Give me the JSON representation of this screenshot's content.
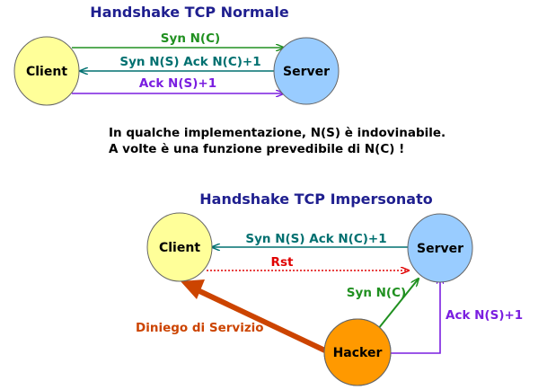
{
  "top": {
    "title": "Handshake TCP Normale",
    "client_label": "Client",
    "server_label": "Server",
    "syn_label": "Syn N(C)",
    "synack_label": "Syn N(S) Ack N(C)+1",
    "ack_label": "Ack N(S)+1"
  },
  "note": {
    "line1": "In qualche implementazione, N(S) è indovinabile.",
    "line2": "A volte è una funzione prevedibile di N(C) !"
  },
  "bottom": {
    "title": "Handshake TCP Impersonato",
    "client_label": "Client",
    "server_label": "Server",
    "hacker_label": "Hacker",
    "synack_label": "Syn N(S) Ack N(C)+1",
    "rst_label": "Rst",
    "syn_label": "Syn N(C)",
    "ack_label": "Ack N(S)+1",
    "dos_label": "Diniego di Servizio"
  },
  "colors": {
    "client_fill": "#ffff99",
    "server_fill": "#99ccff",
    "hacker_fill": "#ff9900",
    "syn_green": "#209020",
    "synack_teal": "#007070",
    "ack_purple": "#7a1ee0",
    "rst_red": "#e00000",
    "dos_orange": "#cc4400",
    "title_navy": "#1f1f8f"
  }
}
